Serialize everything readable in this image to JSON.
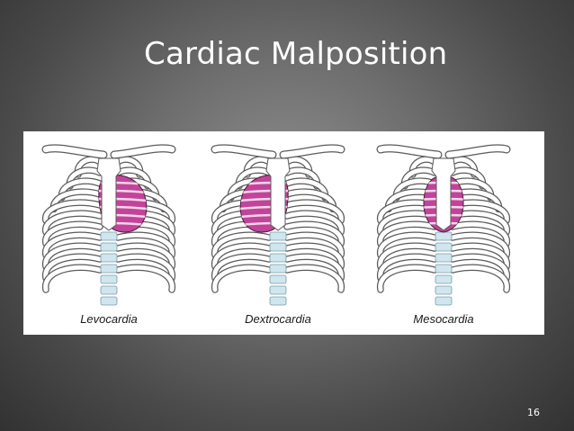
{
  "slide": {
    "title": "Cardiac Malposition",
    "page_number": "16"
  },
  "figure": {
    "panels": [
      {
        "caption": "Levocardia",
        "position": "left"
      },
      {
        "caption": "Dextrocardia",
        "position": "right"
      },
      {
        "caption": "Mesocardia",
        "position": "center"
      }
    ],
    "colors": {
      "heart": "#c2449a",
      "heart_stripe": "#f6d7ea",
      "bone": "#ffffff",
      "bone_outline": "#5a5a5a",
      "spine": "#cfe6ef"
    }
  }
}
